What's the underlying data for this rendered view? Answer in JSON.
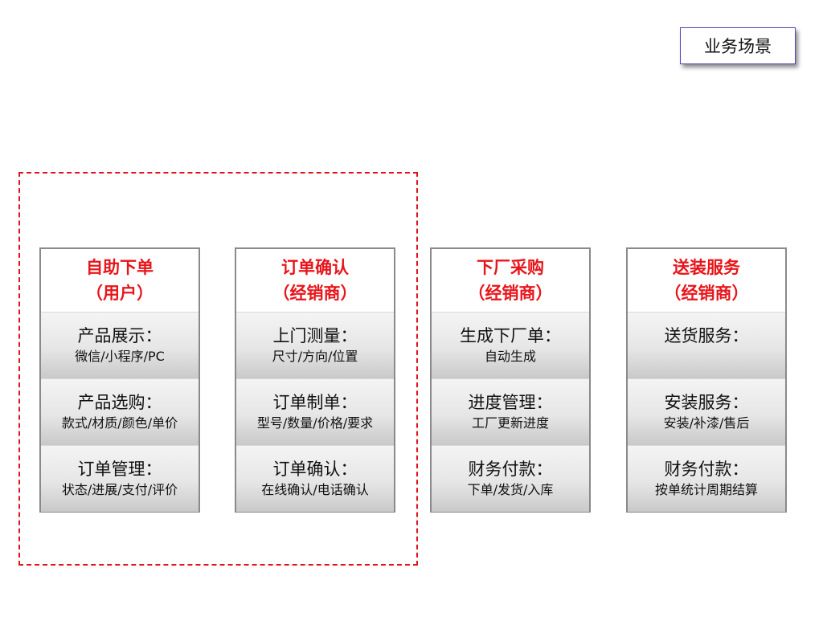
{
  "scene_tag": "业务场景",
  "columns": [
    {
      "title": "自助下单",
      "subtitle": "（用户）",
      "items": [
        {
          "title": "产品展示：",
          "desc": "微信/小程序/PC"
        },
        {
          "title": "产品选购：",
          "desc": "款式/材质/颜色/单价"
        },
        {
          "title": "订单管理：",
          "desc": "状态/进展/支付/评价"
        }
      ]
    },
    {
      "title": "订单确认",
      "subtitle": "（经销商）",
      "items": [
        {
          "title": "上门测量：",
          "desc": "尺寸/方向/位置"
        },
        {
          "title": "订单制单：",
          "desc": "型号/数量/价格/要求"
        },
        {
          "title": "订单确认：",
          "desc": "在线确认/电话确认"
        }
      ]
    },
    {
      "title": "下厂采购",
      "subtitle": "（经销商）",
      "items": [
        {
          "title": "生成下厂单：",
          "desc": "自动生成"
        },
        {
          "title": "进度管理：",
          "desc": "工厂更新进度"
        },
        {
          "title": "财务付款：",
          "desc": "下单/发货/入库"
        }
      ]
    },
    {
      "title": "送装服务",
      "subtitle": "（经销商）",
      "items": [
        {
          "title": "送货服务：",
          "desc": ""
        },
        {
          "title": "安装服务：",
          "desc": "安装/补漆/售后"
        },
        {
          "title": "财务付款：",
          "desc": "按单统计周期结算"
        }
      ]
    }
  ]
}
